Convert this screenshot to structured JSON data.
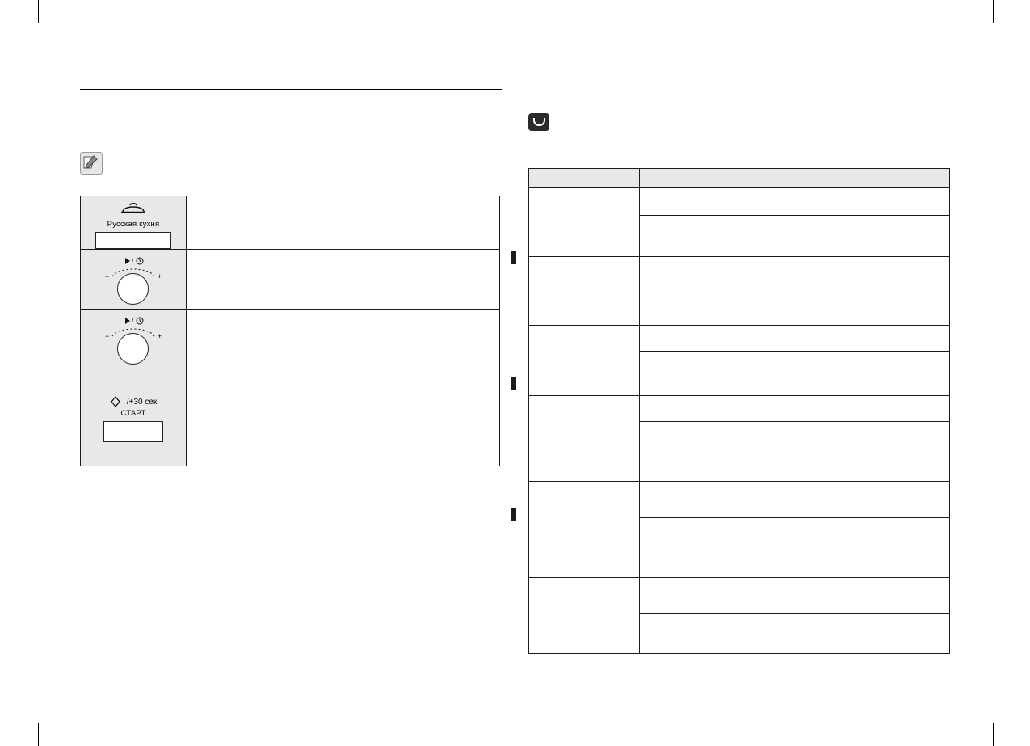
{
  "page": {
    "title": "",
    "left_column": {
      "note_icon_name": "note-pencil-icon",
      "steps": [
        {
          "icon_name": "pot-icon",
          "caption": "Русская кухня",
          "button_label": "",
          "text": ""
        },
        {
          "icon_name": "dial-time-power-icon",
          "caption": "",
          "minus": "−",
          "plus": "+",
          "text": ""
        },
        {
          "icon_name": "dial-time-power-icon",
          "caption": "",
          "minus": "−",
          "plus": "+",
          "text": ""
        },
        {
          "icon_name": "start-icon",
          "icon_label": "/+30 сек",
          "caption": "СТАРТ",
          "button_label": "",
          "text": ""
        }
      ]
    },
    "right_column": {
      "section_icon_name": "cooking-pot-icon",
      "table": {
        "headers": [
          "",
          ""
        ],
        "rows": [
          {
            "label": "",
            "cells": [
              "",
              ""
            ]
          },
          {
            "label": "",
            "cells": [
              "",
              ""
            ]
          },
          {
            "label": "",
            "cells": [
              "",
              ""
            ]
          },
          {
            "label": "",
            "cells": [
              "",
              ""
            ]
          },
          {
            "label": "",
            "cells": [
              "",
              ""
            ]
          },
          {
            "label": "",
            "cells": [
              "",
              ""
            ]
          }
        ]
      }
    },
    "tab_marks": 3
  }
}
